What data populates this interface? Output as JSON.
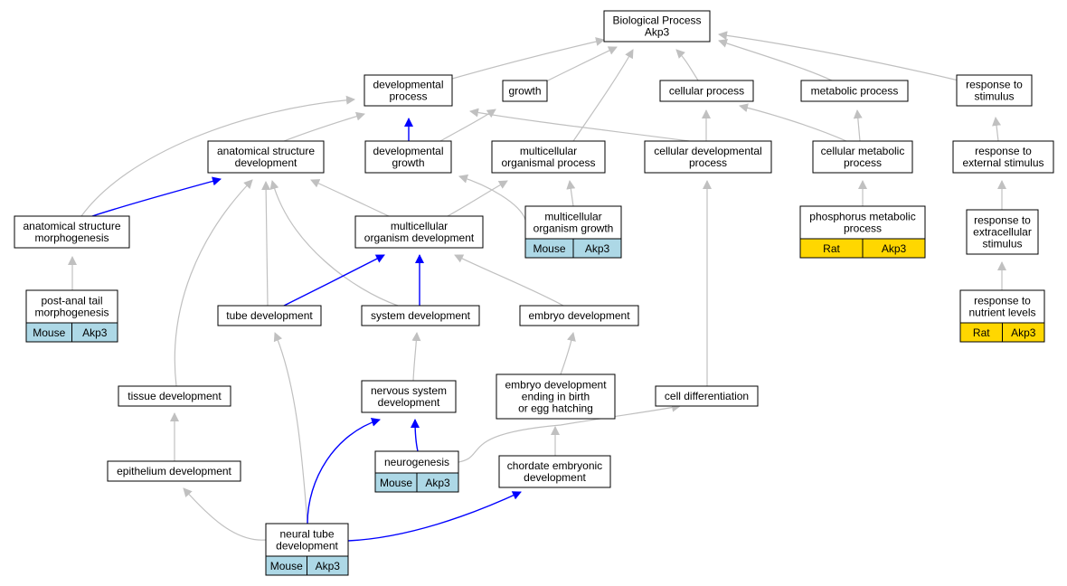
{
  "colors": {
    "edge_gray": "#c0c0c0",
    "edge_blue": "#0000ff",
    "mouse_fill": "#add8e6",
    "rat_fill": "#ffd700",
    "node_fill": "#ffffff",
    "node_stroke": "#000000"
  },
  "nodes": {
    "bp": {
      "lines": [
        "Biological Process",
        "Akp3"
      ]
    },
    "dev": {
      "lines": [
        "developmental",
        "process"
      ]
    },
    "growth": {
      "lines": [
        "growth"
      ]
    },
    "cellp": {
      "lines": [
        "cellular process"
      ]
    },
    "metab": {
      "lines": [
        "metabolic process"
      ]
    },
    "resp": {
      "lines": [
        "response to",
        "stimulus"
      ]
    },
    "asd": {
      "lines": [
        "anatomical structure",
        "development"
      ]
    },
    "devg": {
      "lines": [
        "developmental",
        "growth"
      ]
    },
    "mcop": {
      "lines": [
        "multicellular",
        "organismal process"
      ]
    },
    "celldev": {
      "lines": [
        "cellular developmental",
        "process"
      ]
    },
    "cmetab": {
      "lines": [
        "cellular metabolic",
        "process"
      ]
    },
    "rext": {
      "lines": [
        "response to",
        "external stimulus"
      ]
    },
    "asm": {
      "lines": [
        "anatomical structure",
        "morphogenesis"
      ]
    },
    "mcod": {
      "lines": [
        "multicellular",
        "organism development"
      ]
    },
    "mcog": {
      "lines": [
        "multicellular",
        "organism growth"
      ],
      "species": [
        "Mouse",
        "Akp3"
      ],
      "kind": "mouse"
    },
    "phos": {
      "lines": [
        "phosphorus metabolic",
        "process"
      ],
      "species": [
        "Rat",
        "Akp3"
      ],
      "kind": "rat"
    },
    "rextra": {
      "lines": [
        "response to",
        "extracellular",
        "stimulus"
      ]
    },
    "tail": {
      "lines": [
        "post-anal tail",
        "morphogenesis"
      ],
      "species": [
        "Mouse",
        "Akp3"
      ],
      "kind": "mouse"
    },
    "tube": {
      "lines": [
        "tube development"
      ]
    },
    "sysdev": {
      "lines": [
        "system development"
      ]
    },
    "embdev": {
      "lines": [
        "embryo development"
      ]
    },
    "rnut": {
      "lines": [
        "response to",
        "nutrient levels"
      ],
      "species": [
        "Rat",
        "Akp3"
      ],
      "kind": "rat"
    },
    "tissue": {
      "lines": [
        "tissue development"
      ]
    },
    "nsd": {
      "lines": [
        "nervous system",
        "development"
      ]
    },
    "embbirth": {
      "lines": [
        "embryo development",
        "ending in birth",
        "or egg hatching"
      ]
    },
    "celldiff": {
      "lines": [
        "cell differentiation"
      ]
    },
    "epith": {
      "lines": [
        "epithelium development"
      ]
    },
    "neurog": {
      "lines": [
        "neurogenesis"
      ],
      "species": [
        "Mouse",
        "Akp3"
      ],
      "kind": "mouse"
    },
    "chord": {
      "lines": [
        "chordate embryonic",
        "development"
      ]
    },
    "ntube": {
      "lines": [
        "neural tube",
        "development"
      ],
      "species": [
        "Mouse",
        "Akp3"
      ],
      "kind": "mouse"
    }
  },
  "edges": [
    {
      "from": "dev",
      "to": "bp",
      "color": "gray"
    },
    {
      "from": "growth",
      "to": "bp",
      "color": "gray"
    },
    {
      "from": "mcop",
      "to": "bp",
      "color": "gray"
    },
    {
      "from": "cellp",
      "to": "bp",
      "color": "gray"
    },
    {
      "from": "metab",
      "to": "bp",
      "color": "gray"
    },
    {
      "from": "resp",
      "to": "bp",
      "color": "gray"
    },
    {
      "from": "asd",
      "to": "dev",
      "color": "gray"
    },
    {
      "from": "devg",
      "to": "dev",
      "color": "blue"
    },
    {
      "from": "celldev",
      "to": "dev",
      "color": "gray"
    },
    {
      "from": "asm",
      "to": "dev",
      "color": "gray"
    },
    {
      "from": "devg",
      "to": "growth",
      "color": "gray"
    },
    {
      "from": "celldev",
      "to": "cellp",
      "color": "gray"
    },
    {
      "from": "cmetab",
      "to": "cellp",
      "color": "gray"
    },
    {
      "from": "cmetab",
      "to": "metab",
      "color": "gray"
    },
    {
      "from": "rext",
      "to": "resp",
      "color": "gray"
    },
    {
      "from": "asm",
      "to": "asd",
      "color": "blue"
    },
    {
      "from": "mcod",
      "to": "asd",
      "color": "gray"
    },
    {
      "from": "tube",
      "to": "asd",
      "color": "gray"
    },
    {
      "from": "sysdev",
      "to": "asd",
      "color": "gray"
    },
    {
      "from": "tissue",
      "to": "asd",
      "color": "gray"
    },
    {
      "from": "mcog",
      "to": "devg",
      "color": "gray"
    },
    {
      "from": "mcod",
      "to": "mcop",
      "color": "gray"
    },
    {
      "from": "mcog",
      "to": "mcop",
      "color": "gray"
    },
    {
      "from": "celldiff",
      "to": "celldev",
      "color": "gray"
    },
    {
      "from": "phos",
      "to": "cmetab",
      "color": "gray"
    },
    {
      "from": "rextra",
      "to": "rext",
      "color": "gray"
    },
    {
      "from": "tail",
      "to": "asm",
      "color": "gray"
    },
    {
      "from": "tube",
      "to": "mcod",
      "color": "blue"
    },
    {
      "from": "sysdev",
      "to": "mcod",
      "color": "blue"
    },
    {
      "from": "embdev",
      "to": "mcod",
      "color": "gray"
    },
    {
      "from": "rnut",
      "to": "rextra",
      "color": "gray"
    },
    {
      "from": "ntube",
      "to": "tube",
      "color": "gray"
    },
    {
      "from": "nsd",
      "to": "sysdev",
      "color": "gray"
    },
    {
      "from": "embbirth",
      "to": "embdev",
      "color": "gray"
    },
    {
      "from": "epith",
      "to": "tissue",
      "color": "gray"
    },
    {
      "from": "ntube",
      "to": "nsd",
      "color": "blue"
    },
    {
      "from": "neurog",
      "to": "nsd",
      "color": "blue"
    },
    {
      "from": "chord",
      "to": "embbirth",
      "color": "gray"
    },
    {
      "from": "neurog",
      "to": "celldiff",
      "color": "gray"
    },
    {
      "from": "ntube",
      "to": "epith",
      "color": "gray"
    },
    {
      "from": "ntube",
      "to": "chord",
      "color": "blue"
    }
  ]
}
